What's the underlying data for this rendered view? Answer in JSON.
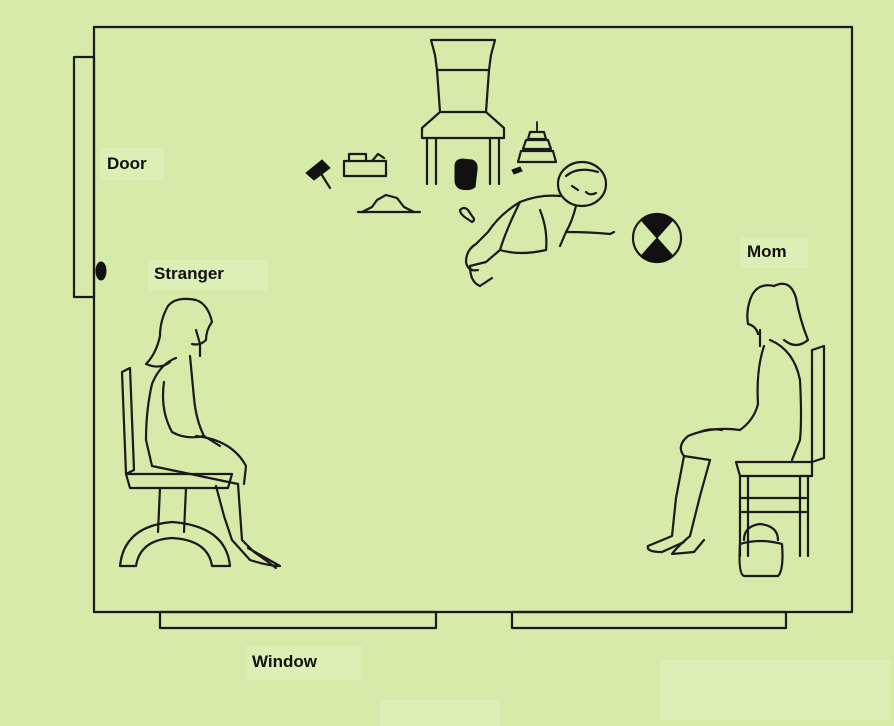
{
  "labels": {
    "door": "Door",
    "stranger": "Stranger",
    "mom": "Mom",
    "window": "Window"
  },
  "colors": {
    "background": "#d6eaa9",
    "label_background": "#dcefb4",
    "outline": "#1a1a1a"
  },
  "icons": [
    "empty-chair-icon",
    "toy-hammer-icon",
    "toy-truck-icon",
    "toy-boat-icon",
    "toy-block-icon",
    "toy-stacking-ring-icon",
    "toy-bone-icon",
    "crawling-baby-icon",
    "ball-icon",
    "stranger-figure-icon",
    "mom-figure-icon",
    "handbag-icon"
  ]
}
